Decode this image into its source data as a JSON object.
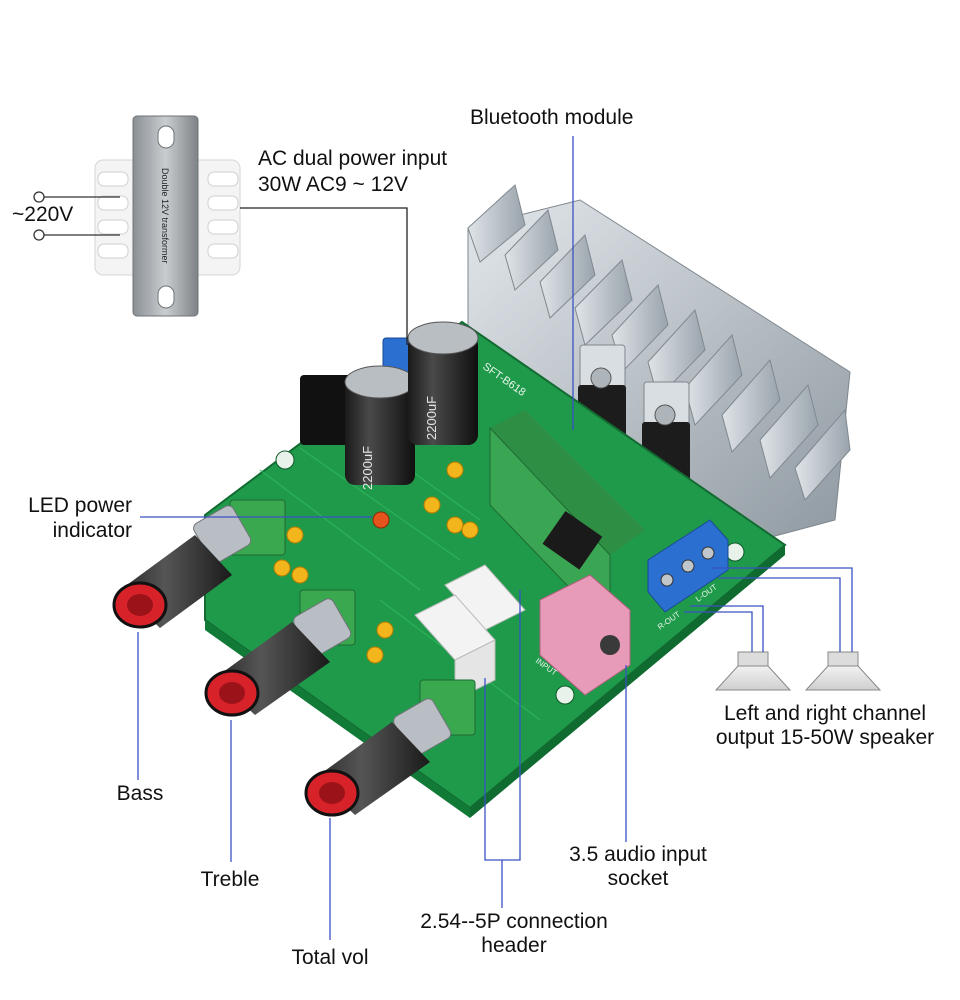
{
  "transformer": {
    "voltage": "~220V",
    "body_text": "Double 12V transformer"
  },
  "labels": {
    "ac_input_line1": "AC dual power input",
    "ac_input_line2": "30W AC9 ~ 12V",
    "bluetooth": "Bluetooth module",
    "led_line1": "LED power",
    "led_line2": "indicator",
    "speaker_line1": "Left and right channel",
    "speaker_line2": "output 15-50W speaker",
    "bass": "Bass",
    "treble": "Treble",
    "total_vol": "Total vol",
    "header_line1": "2.54--5P connection",
    "header_line2": "header",
    "audio_line1": "3.5 audio input",
    "audio_line2": "socket"
  },
  "board": {
    "cap1_text": "2200uF",
    "cap2_text": "2200uF",
    "silk_model": "SFT-B618",
    "input_text": "INPUT",
    "rout_text": "R-OUT",
    "lout_text": "L-OUT"
  },
  "colors": {
    "pcb": "#1f9a4a",
    "heatsink": "#b9c2c9",
    "bt_module": "#3aa552",
    "terminal": "#2b6fd1",
    "knob_cap": "#d8222a",
    "jack": "#e79bb8",
    "leader_line": "#3b52c4"
  }
}
